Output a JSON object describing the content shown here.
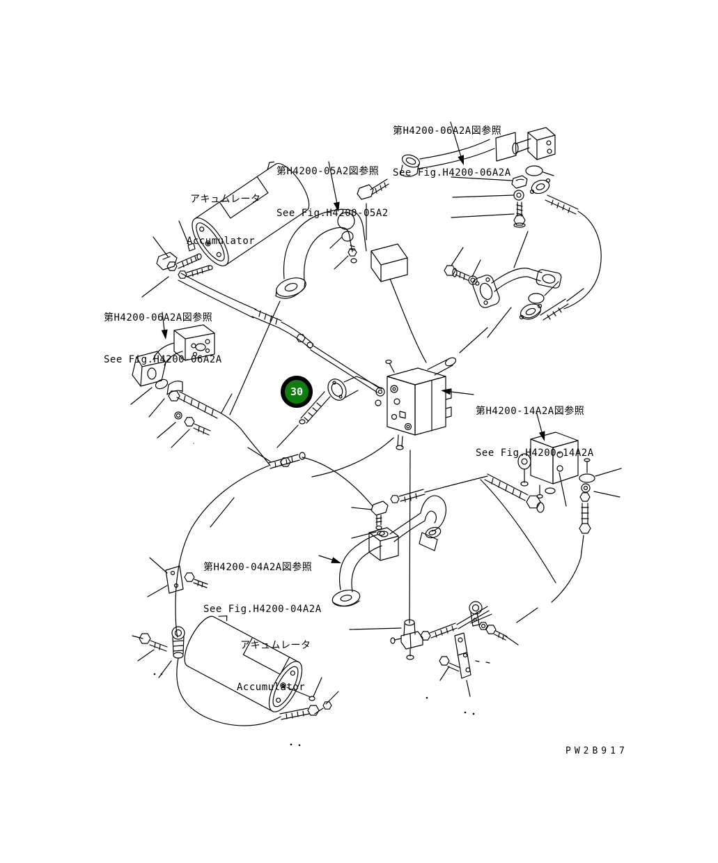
{
  "figure": {
    "background": "#ffffff",
    "line_color": "#000000",
    "drawing_code": "PW2B917"
  },
  "labels": {
    "ref_top_right": {
      "jp": "第H4200-06A2A図参照",
      "en": "See Fig.H4200-06A2A"
    },
    "ref_top_center": {
      "jp": "第H4200-05A2図参照",
      "en": "See Fig.H4200-05A2"
    },
    "accumulator_top": {
      "jp": "アキュムレータ",
      "en": "Accumulator"
    },
    "ref_left": {
      "jp": "第H4200-06A2A図参照",
      "en": "See Fig.H4200-06A2A"
    },
    "ref_right": {
      "jp": "第H4200-14A2A図参照",
      "en": "See Fig.H4200-14A2A"
    },
    "ref_bottom": {
      "jp": "第H4200-04A2A図参照",
      "en": "See Fig.H4200-04A2A"
    },
    "accumulator_bottom": {
      "jp": "アキュムレータ",
      "en": "Accumulator"
    }
  },
  "part_marker": {
    "number": "30",
    "fill_color": "#0e7e0e",
    "ring_color": "#000000",
    "text_color": "#ffffff"
  }
}
